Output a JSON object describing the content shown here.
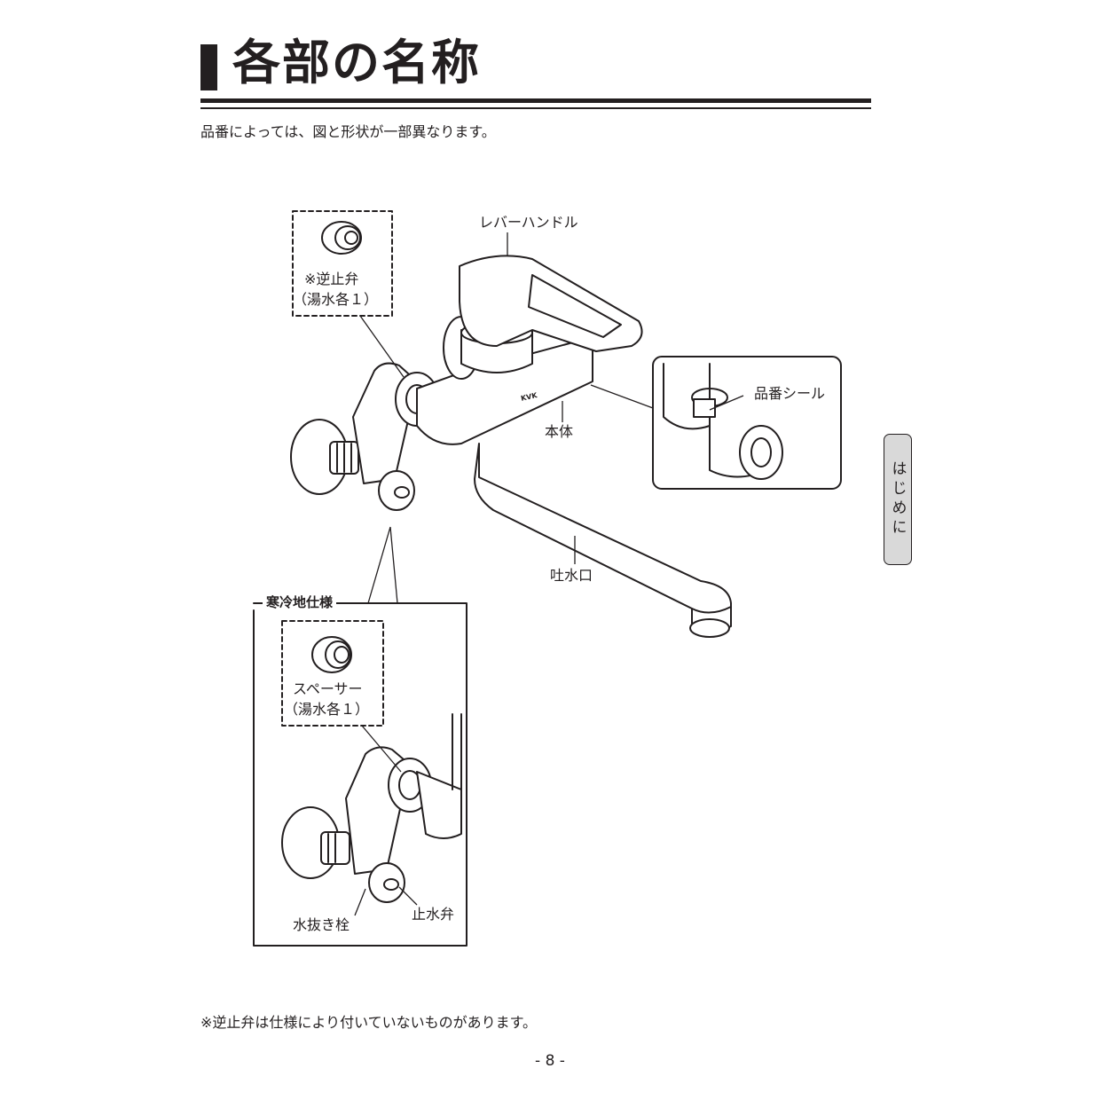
{
  "header": {
    "title": "各部の名称"
  },
  "intro": "品番によっては、図と形状が一部異なります。",
  "labels": {
    "lever_handle": "レバーハンドル",
    "check_valve": "※逆止弁",
    "check_valve_qty": "（湯水各１）",
    "product_seal": "品番シール",
    "body": "本体",
    "spout": "吐水口",
    "brand_mark": "KVK"
  },
  "cold_spec": {
    "title": "寒冷地仕様",
    "spacer": "スペーサー",
    "spacer_qty": "（湯水各１）",
    "drain_plug": "水抜き栓",
    "stop_valve": "止水弁"
  },
  "footnote": "※逆止弁は仕様により付いていないものがあります。",
  "page_number": "- 8 -",
  "side_tab": "はじめに"
}
